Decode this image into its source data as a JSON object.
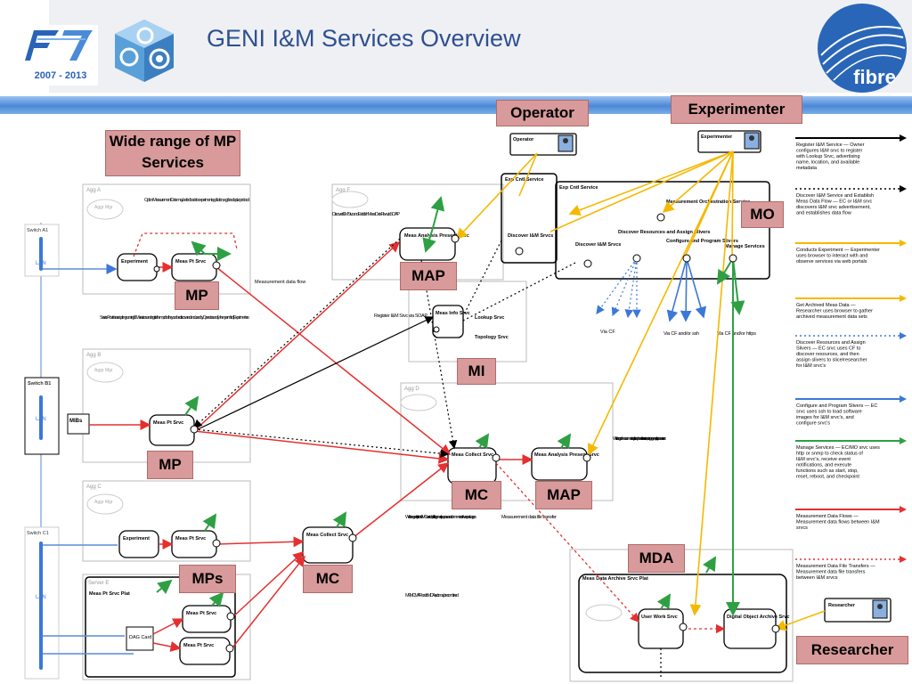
{
  "slide": {
    "title": "GENI I&M Services Overview"
  },
  "logos": {
    "fp7_years": "2007 - 2013",
    "fibre": "fibre"
  },
  "callouts": {
    "wide_range": "Wide range of MP Services",
    "operator": "Operator",
    "experimenter": "Experimenter",
    "mo": "MO",
    "map_top": "MAP",
    "mp_top": "MP",
    "mi": "MI",
    "mp_mid": "MP",
    "mc_mid": "MC",
    "map_mid": "MAP",
    "mps": "MPs",
    "mc_low": "MC",
    "mda": "MDA",
    "researcher": "Researcher"
  },
  "diagram": {
    "agg_a": "Agg A",
    "agg_b": "Agg B",
    "agg_c": "Agg C",
    "agg_d": "Agg D",
    "agg_f": "Agg F",
    "aggr_mgr": "Aggr Mgr",
    "switch_a1": "Switch A1",
    "switch_b1": "Switch B1",
    "switch_c1": "Switch C1",
    "lan": "LAN",
    "mibs": "MIBs",
    "dag_card": "DAG Card",
    "server_e": "Server E",
    "option_text": "Option: Measurement Data may be fed back to experiment application, e.g., for adaptive protocol",
    "meas_data_flow": "Measurement data flow",
    "service_providers": "Service Providers setup long-running I&M services and register them, so that they can be discovered and used by Operators and (when permitted) Experimenters",
    "discover_text": "Discover I&M Srvc and Establish Meas Data Flow via SOAP",
    "register_text": "Register I&M Srvc via SOAP",
    "wide_range_mc": "Wide range of options for MC services, built with general-purpose and common software packages",
    "mp_mc_map": "MP, MC, MAP and/or MDA srvc's may be combined",
    "wide_range_map": "Wide range of measurement analysis and presentation services, running on general-purpose servers",
    "meas_file_transfer": "Measurement data file transfer",
    "via_cf": "Via CF",
    "via_cf_ssh": "Via CF and/or ssh",
    "via_cf_https": "Via CF and/or https",
    "nodes": {
      "experiment_a": "Experiment",
      "meas_pt_a": "Meas Pt Srvc",
      "meas_analysis_top": "Meas Analysis Present Srvc",
      "meas_info": "Meas Info Srvc",
      "lookup": "Lookup Srvc",
      "topology": "Topology Srvc",
      "meas_pt_b": "Meas Pt Srvc",
      "meas_collect_d": "Meas Collect Srvc",
      "meas_analysis_d": "Meas Analysis Present Srvc",
      "experiment_c": "Experiment",
      "meas_pt_c": "Meas Pt Srvc",
      "meas_collect_c": "Meas Collect Srvc",
      "meas_pt_plat": "Meas Pt Srvc Plat",
      "meas_pt_e1": "Meas Pt Srvc",
      "meas_pt_e2": "Meas Pt Srvc",
      "exp_cntl_1": "Exp Cntl Service",
      "exp_cntl_2": "Exp Cntl Service",
      "meas_orch": "Measurement Orchestration Service",
      "discover_im_1": "Discover I&M Srvcs",
      "discover_im_2": "Discover I&M Srvcs",
      "discover_res": "Discover Resources and Assign Slivers",
      "configure_prog": "Configure and Program Slivers",
      "manage_services": "Manage Services",
      "mda_plat": "Meas Data Archive Srvc Plat",
      "user_work": "User Work Srvc",
      "digital_object": "Digital Object Archive Srvc",
      "operator_box": "Operator",
      "experimenter_box": "Experimenter",
      "researcher_box": "Researcher"
    }
  },
  "legend": [
    {
      "color": "#000000",
      "style": "solid",
      "text": "Register I&M Service — Owner configures I&M srvc to register with Lookup Srvc, advertising name, location, and available metadata"
    },
    {
      "color": "#000000",
      "style": "dotted",
      "text": "Discover I&M Service and Establish Meas Data Flow — EC or I&M srvc discovers I&M srvc advertisement, and establishes data flow"
    },
    {
      "color": "#f5b800",
      "style": "solid",
      "text": "Conducts Experiment — Experimenter uses browser to interact with and observe services via web portals"
    },
    {
      "color": "#f5b800",
      "style": "solid",
      "text": "Get Archived Meas Data — Researcher uses browser to gather archived measurement data sets"
    },
    {
      "color": "#3b78d8",
      "style": "dotted",
      "text": "Discover Resources and Assign Slivers — EC srvc uses CF to discover resources, and then assign slivers to slice/researcher for I&M srvc's"
    },
    {
      "color": "#3b78d8",
      "style": "solid",
      "text": "Configure and Program Slivers — EC srvc uses ssh to load software images for I&M srvc's, and configure srvc's"
    },
    {
      "color": "#2ea043",
      "style": "solid",
      "text": "Manage Services — EC/MO srvc uses http or snmp to check status of I&M srvc's, receive event notifications, and execute functions such as start, stop, reset, reboot, and checkpoint"
    },
    {
      "color": "#e53030",
      "style": "solid",
      "text": "Measurement Data Flows — Measurement data flows between I&M srvcs"
    },
    {
      "color": "#e53030",
      "style": "dotted",
      "text": "Measurement Data File Transfers — Measurement data file transfers between I&M srvcs"
    }
  ]
}
